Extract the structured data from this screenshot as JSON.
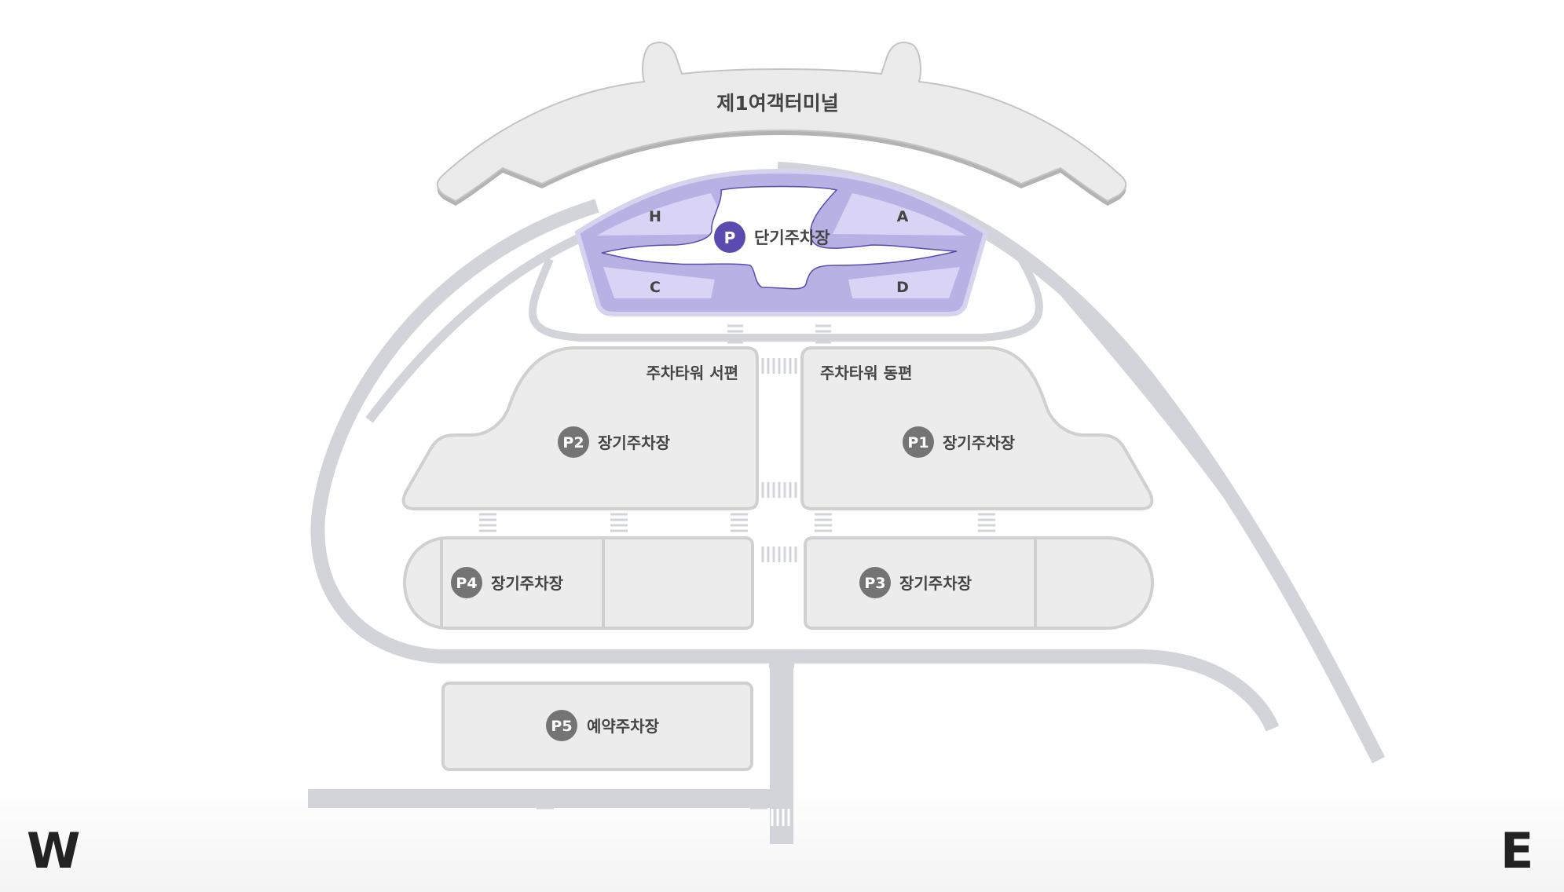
{
  "terminal": {
    "label": "제1여객터미널"
  },
  "short_term": {
    "badge": "P",
    "label": "단기주차장",
    "gates": [
      "H",
      "A",
      "C",
      "D"
    ]
  },
  "towers": {
    "west": "주차타워 서편",
    "east": "주차타워 동편"
  },
  "lots": {
    "p1": {
      "badge": "P1",
      "label": "장기주차장"
    },
    "p2": {
      "badge": "P2",
      "label": "장기주차장"
    },
    "p3": {
      "badge": "P3",
      "label": "장기주차장"
    },
    "p4": {
      "badge": "P4",
      "label": "장기주차장"
    },
    "p5": {
      "badge": "P5",
      "label": "예약주차장"
    }
  },
  "compass": {
    "west": "W",
    "east": "E"
  },
  "colors": {
    "road": "#d3d4d9",
    "lot_fill": "#ececec",
    "lot_stroke": "#d0d0d0",
    "short_term_outer": "#b7b1e4",
    "short_term_inner": "#d9d4f6",
    "short_term_badge": "#5b4bb0",
    "badge": "#747474"
  }
}
